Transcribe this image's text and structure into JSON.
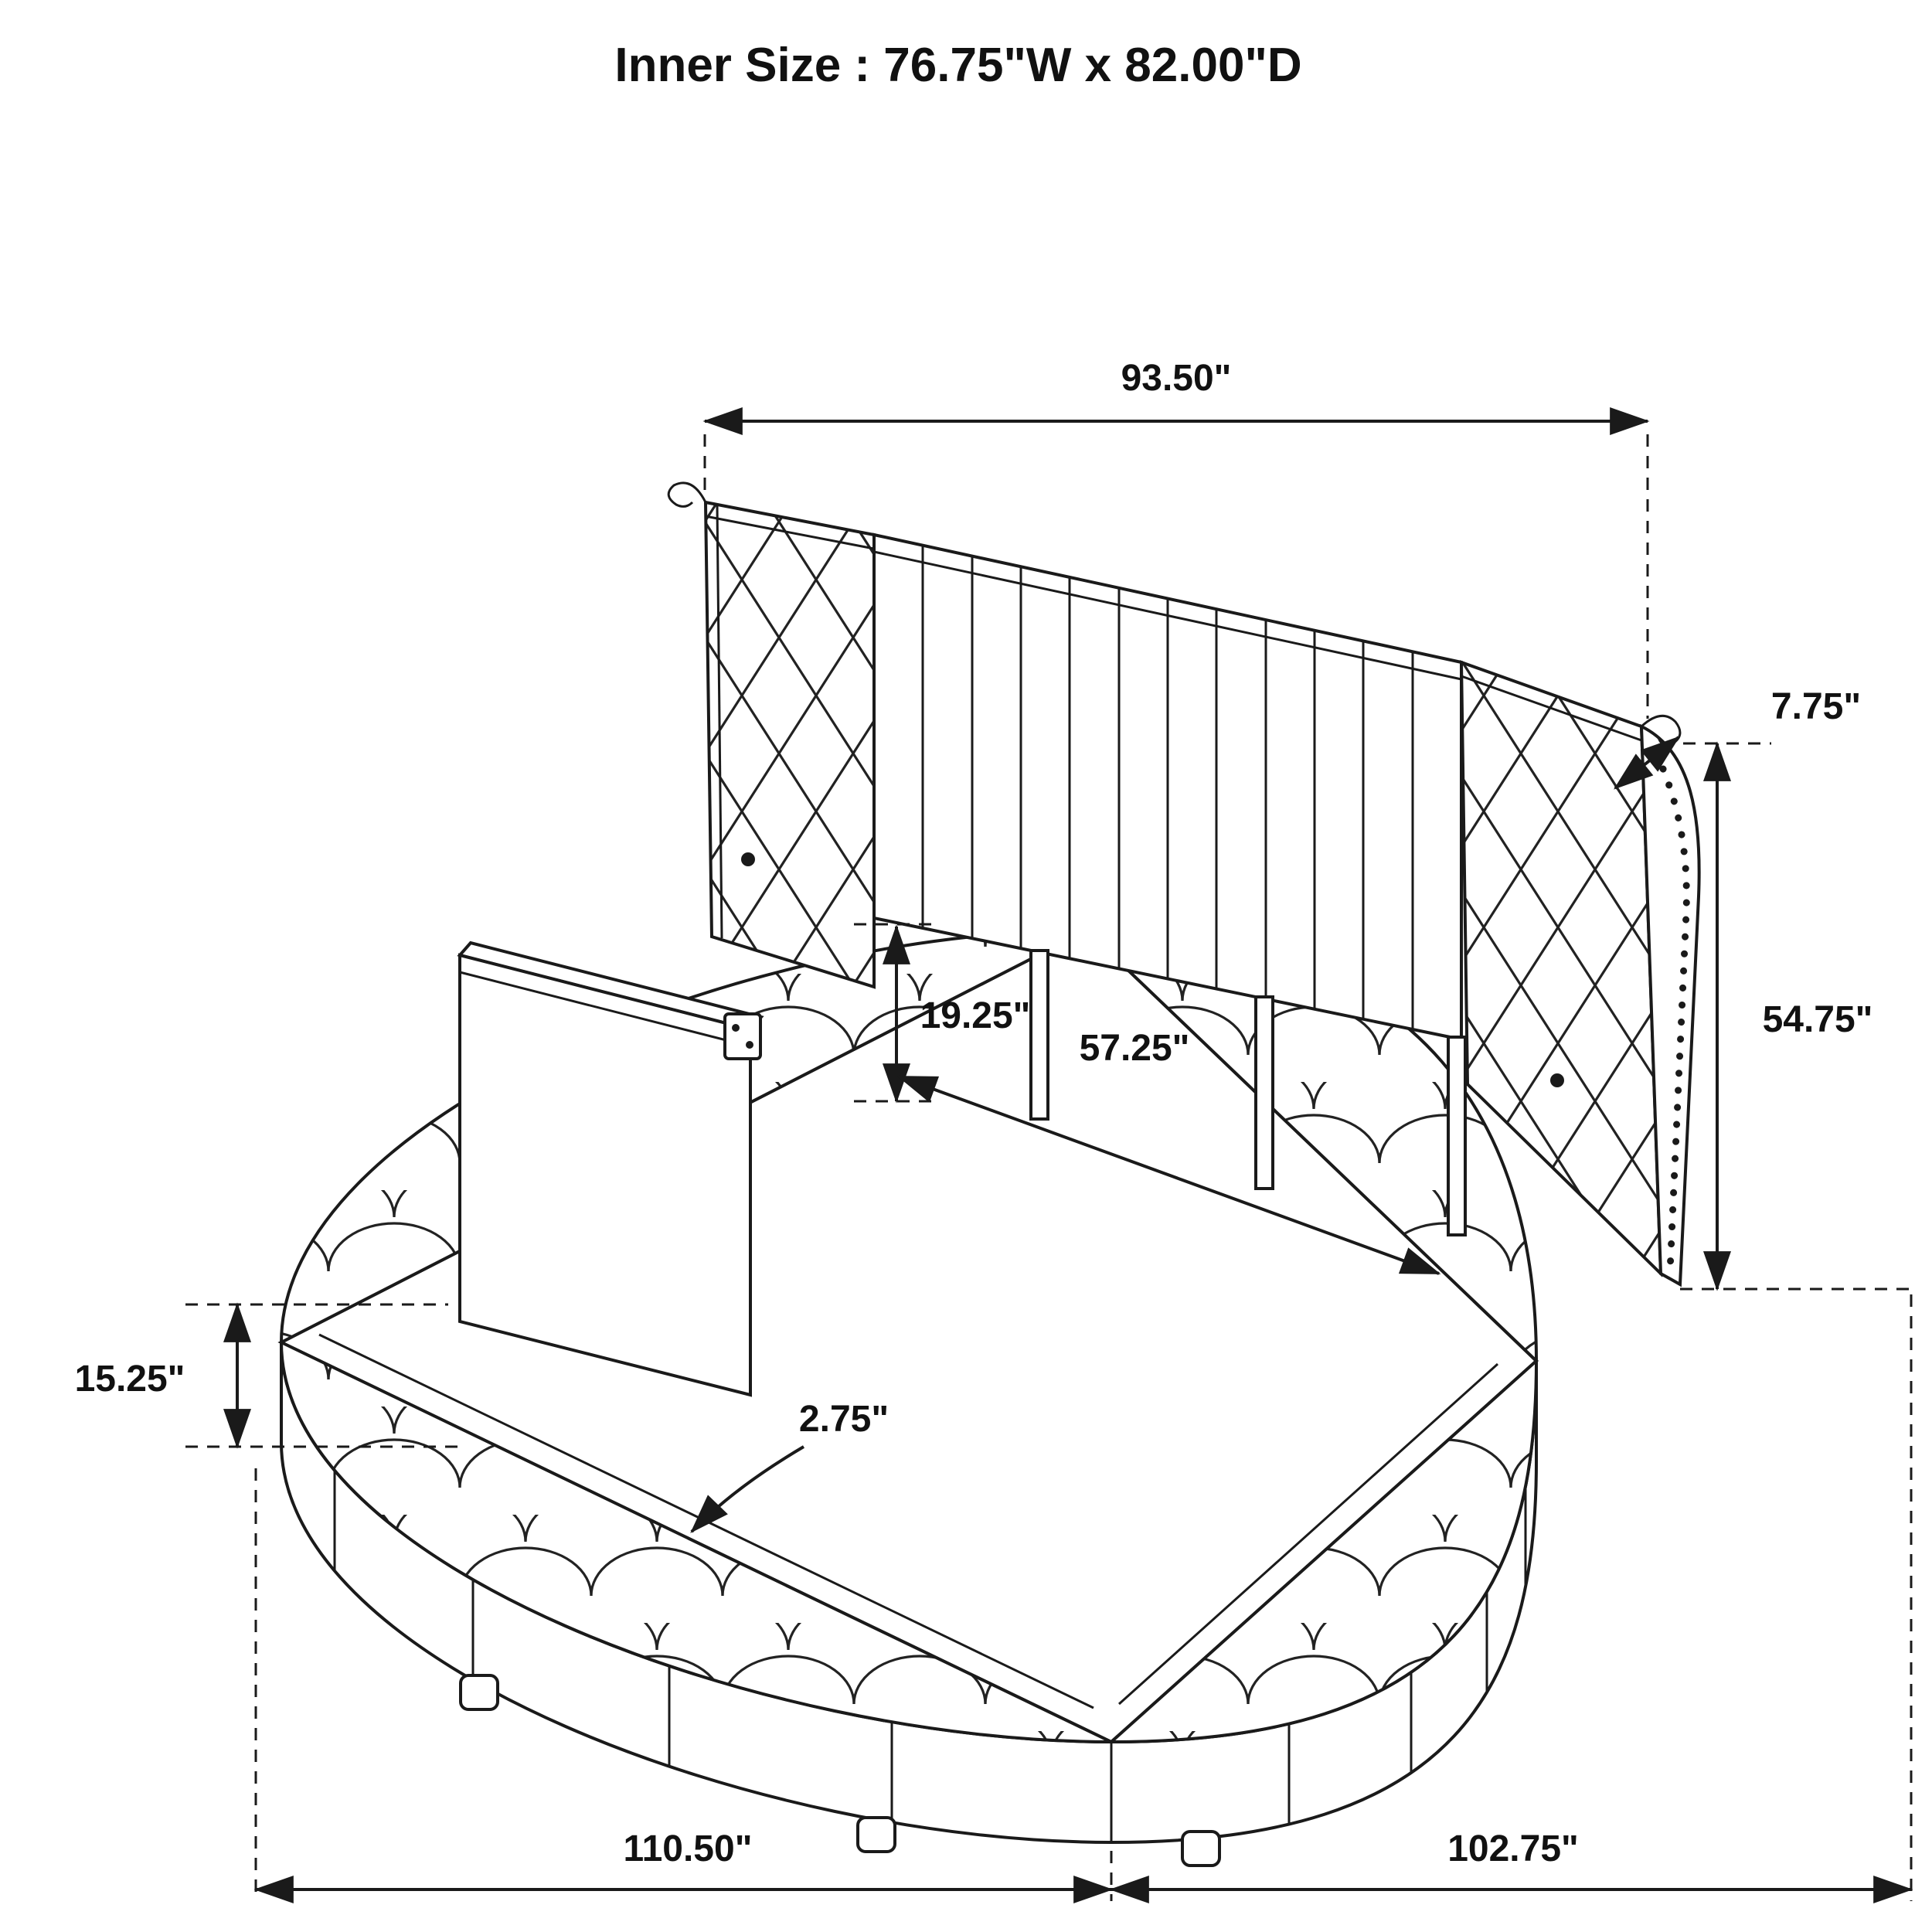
{
  "title": "Inner Size : 76.75\"W x 82.00\"D",
  "diagram": {
    "type": "furniture-dimension-drawing",
    "subject": "round upholstered platform bed with channel-tufted headboard",
    "dimensions": {
      "headboard_width": "93.50\"",
      "scroll_depth": "7.75\"",
      "headboard_height": "54.75\"",
      "headboard_panel_height": "19.25\"",
      "inner_back_width": "57.25\"",
      "platform_side_height": "15.25\"",
      "deck_lip_thickness": "2.75\"",
      "overall_length_left": "110.50\"",
      "overall_width_right": "102.75\""
    }
  }
}
